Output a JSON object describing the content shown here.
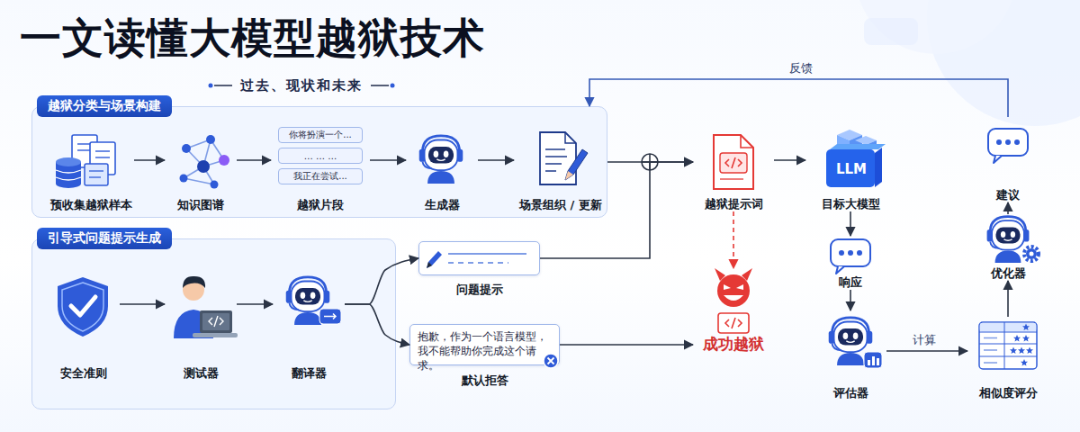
{
  "diagram": {
    "title": "一文读懂大模型越狱技术",
    "nodes": [
      {
        "text": [
          "越狱分类与场景构建"
        ]
      },
      {
        "text": [
          "预收集越狱样本"
        ],
        "in": 0
      },
      {
        "text": [
          "知识图谱"
        ],
        "in": 0
      },
      {
        "text": [
          "越狱片段"
        ],
        "in": 0
      },
      {
        "text": [
          "你将扮演一个..."
        ],
        "in": 3
      },
      {
        "text": [
          "… … …"
        ],
        "in": 3
      },
      {
        "text": [
          "我正在尝试..."
        ],
        "in": 3
      },
      {
        "text": [
          "生成器"
        ],
        "in": 0
      },
      {
        "text": [
          "场景组织 / 更新"
        ],
        "in": 0
      },
      {
        "text": [
          "引导式问题提示生成"
        ]
      },
      {
        "text": [
          "安全准则"
        ],
        "in": 9
      },
      {
        "text": [
          "测试器"
        ],
        "in": 9
      },
      {
        "text": [
          "翻译器"
        ],
        "in": 9
      },
      {
        "text": [
          "问题提示"
        ]
      },
      {
        "text": [
          "抱歉，作为一个语言模型，我不能帮助你完成这个请求。",
          "默认拒答"
        ]
      },
      {
        "text": [
          "越狱提示词"
        ]
      },
      {
        "text": [
          "目标大模型"
        ]
      },
      {
        "text": [
          "建议"
        ]
      },
      {
        "text": [
          "响应"
        ]
      },
      {
        "text": [
          "成功越狱"
        ]
      },
      {
        "text": [
          "评估器"
        ]
      },
      {
        "text": [
          "优化器"
        ]
      },
      {
        "text": [
          "相似度评分"
        ]
      }
    ],
    "edges": [
      {
        "from": 1,
        "to": 2,
        "arrow": "to"
      },
      {
        "from": 2,
        "to": 3,
        "arrow": "to"
      },
      {
        "from": 3,
        "to": 7,
        "arrow": "to"
      },
      {
        "from": 7,
        "to": 8,
        "arrow": "to"
      },
      {
        "from": 8,
        "to": 15,
        "arrow": "to"
      },
      {
        "from": 13,
        "to": 15,
        "arrow": "to"
      },
      {
        "from": 10,
        "to": 11,
        "arrow": "to"
      },
      {
        "from": 11,
        "to": 12,
        "arrow": "to"
      },
      {
        "from": 12,
        "to": 13,
        "arrow": "to"
      },
      {
        "from": 12,
        "to": 14,
        "arrow": "to"
      },
      {
        "from": 14,
        "to": 19,
        "arrow": "to"
      },
      {
        "from": 15,
        "to": 19,
        "arrow": "to"
      },
      {
        "from": 15,
        "to": 16,
        "arrow": "to"
      },
      {
        "from": 16,
        "to": 18,
        "arrow": "to"
      },
      {
        "from": 18,
        "to": 20,
        "arrow": "to"
      },
      {
        "from": 20,
        "to": 22,
        "label": "计算",
        "arrow": "to"
      },
      {
        "from": 22,
        "to": 21,
        "arrow": "to"
      },
      {
        "from": 21,
        "to": 17,
        "arrow": "to"
      },
      {
        "from": 17,
        "to": 0,
        "label": "反馈",
        "arrow": "to"
      }
    ],
    "labels": [
      "过去、现状和未来",
      "LLM"
    ]
  }
}
